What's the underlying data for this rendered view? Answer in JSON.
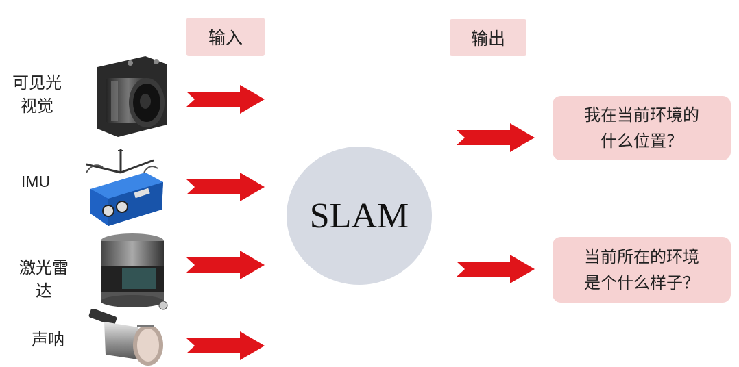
{
  "headers": {
    "input": "输入",
    "output": "输出"
  },
  "sensors": [
    {
      "label": "可见光\n视觉",
      "icon": "camera-icon"
    },
    {
      "label": "IMU",
      "icon": "imu-icon"
    },
    {
      "label": "激光雷\n达",
      "icon": "lidar-icon"
    },
    {
      "label": "声呐",
      "icon": "sonar-icon"
    }
  ],
  "center": {
    "label": "SLAM"
  },
  "outputs": [
    {
      "text": "我在当前环境的\n什么位置？"
    },
    {
      "text": "当前所在的环境\n是个什么样子？"
    }
  ],
  "colors": {
    "arrow": "#e0141a",
    "header_bg": "#f6d8d8",
    "output_bg": "#f6d2d2",
    "circle_bg": "#d6dae3"
  }
}
